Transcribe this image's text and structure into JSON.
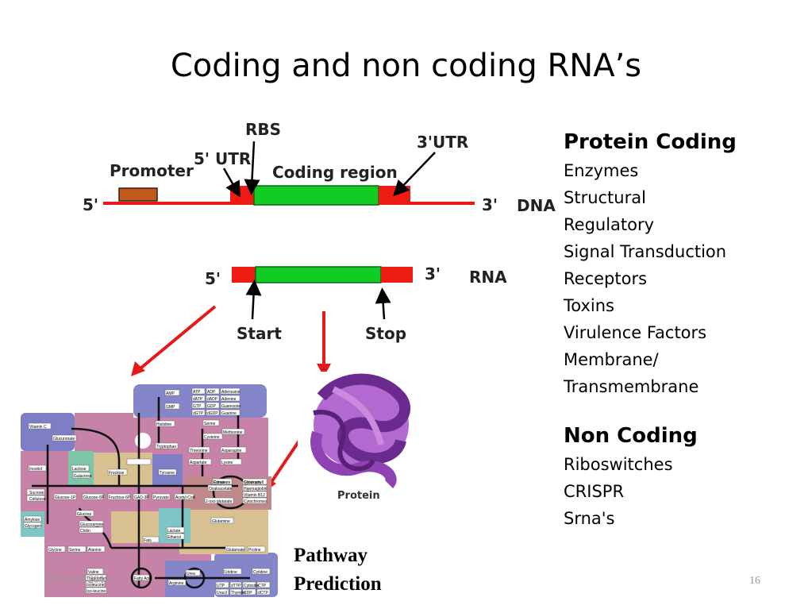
{
  "slide": {
    "title": "Coding and non coding RNA’s",
    "footer_date": "27th Feb 2013",
    "slide_number": "16"
  },
  "gene_diagram": {
    "promoter": "Promoter",
    "utr5": "5' UTR",
    "rbs": "RBS",
    "coding_region": "Coding region",
    "utr3": "3'UTR",
    "dna_5": "5'",
    "dna_3": "3'",
    "dna": "DNA",
    "rna_5": "5'",
    "rna_3": "3'",
    "rna": "RNA",
    "start": "Start",
    "stop": "Stop",
    "protein": "Protein"
  },
  "protein_coding": {
    "heading": "Protein Coding",
    "items": [
      "Enzymes",
      "Structural",
      "Regulatory",
      "Signal Transduction",
      "Receptors",
      "Toxins",
      "Virulence Factors",
      "Membrane/",
      "Transmembrane"
    ]
  },
  "non_coding": {
    "heading": "Non Coding",
    "items": [
      "Riboswitches",
      "CRISPR",
      "Srna's"
    ]
  },
  "pathway": {
    "caption_line1": "Pathway",
    "caption_line2": "Prediction",
    "nodes": [
      "AMP",
      "ATP",
      "ADP",
      "Adenosine",
      "GMP",
      "dATP",
      "dADP",
      "Adenine",
      "GTP",
      "GDP",
      "Guanosine",
      "dGTP",
      "dGDP",
      "Guanine",
      "Vitamin C",
      "Histidine",
      "Serine",
      "Glucuronate",
      "Methionine",
      "Cysteine",
      "Tryptophan",
      "Inositol",
      "Lactose",
      "Galactose",
      "Fructose",
      "Sucrose",
      "Cellulose",
      "Glucose-1P",
      "Glucose-6P",
      "Fructose-6P",
      "GAD-3P",
      "Pyruvate",
      "Acetyl-CoA",
      "Citrate",
      "Glucose",
      "Glucosamine",
      "Chitin",
      "Amylose",
      "Glycogen",
      "Threonine",
      "Asparagine",
      "Aspartate",
      "Lysine",
      "Tyrosine",
      "Fumarate",
      "Oxaloacetate",
      "Succinate",
      "2-oxo glutarate",
      "Haemaglobin",
      "Vitamin B12",
      "Cytochromes",
      "Chlorophyll",
      "Glutamine",
      "Lactate",
      "Ethanol",
      "Fats",
      "Glycine",
      "Serine",
      "Alanine",
      "Valine",
      "Tryptophan",
      "Isoleucine",
      "Iso-leucine",
      "Fatty Acid",
      "Urea",
      "Arginine",
      "Glutamate",
      "Proline",
      "Uridine",
      "UTP",
      "Cytidine",
      "CTP",
      "Uracil",
      "Thymine",
      "dTTP",
      "Cytosine",
      "CDP",
      "dCTP"
    ]
  }
}
